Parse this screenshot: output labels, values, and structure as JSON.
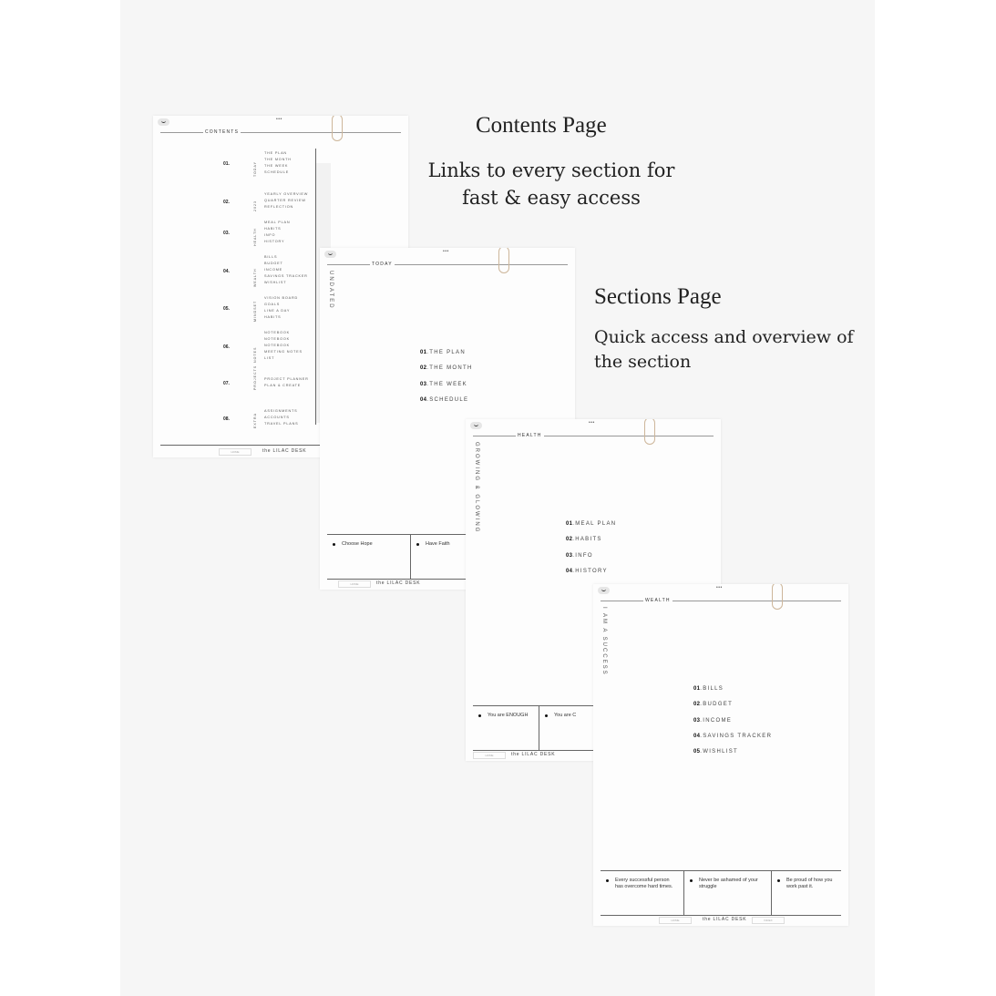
{
  "captions": {
    "contents_title": "Contents Page",
    "contents_sub_1": "Links to every section for",
    "contents_sub_2": "fast & easy access",
    "sections_title": "Sections Page",
    "sections_sub_1": "Quick access and overview of",
    "sections_sub_2": "the section"
  },
  "common": {
    "dots": "•••",
    "home": "HOME",
    "index": "INDEX",
    "brand": "the LILAC DESK"
  },
  "contents_page": {
    "title": "CONTENTS",
    "sections": [
      {
        "num": "01.",
        "category": "TODAY",
        "items": [
          "THE PLAN",
          "THE MONTH",
          "THE WEEK",
          "SCHEDULE"
        ]
      },
      {
        "num": "02.",
        "category": "2023",
        "items": [
          "YEARLY OVERVIEW",
          "QUARTER REVIEW",
          "REFLECTION"
        ]
      },
      {
        "num": "03.",
        "category": "HEALTH",
        "items": [
          "MEAL PLAN",
          "HABITS",
          "INFO",
          "HISTORY"
        ]
      },
      {
        "num": "04.",
        "category": "WEALTH",
        "items": [
          "BILLS",
          "BUDGET",
          "INCOME",
          "SAVINGS TRACKER",
          "WISHLIST"
        ]
      },
      {
        "num": "05.",
        "category": "MINDSET",
        "items": [
          "VISION BOARD",
          "GOALS",
          "LINE A DAY",
          "HABITS"
        ]
      },
      {
        "num": "06.",
        "category": "NOTES",
        "items": [
          "NOTEBOOK",
          "NOTEBOOK",
          "NOTEBOOK",
          "MEETING NOTES",
          "LIST"
        ]
      },
      {
        "num": "07.",
        "category": "PROJECTS",
        "items": [
          "PROJECT PLANNER",
          "PLAN & CREATE"
        ]
      },
      {
        "num": "08.",
        "category": "EXTRA",
        "items": [
          "ASSIGNMENTS",
          "ACCOUNTS",
          "TRAVEL PLANS"
        ]
      }
    ]
  },
  "section_pages": [
    {
      "id": "today",
      "title": "TODAY",
      "side": "UNDATED",
      "items": [
        {
          "num": "01",
          "label": "THE PLAN"
        },
        {
          "num": "02",
          "label": "THE MONTH"
        },
        {
          "num": "03",
          "label": "THE WEEK"
        },
        {
          "num": "04",
          "label": "SCHEDULE"
        }
      ],
      "quotes": [
        "Choose Hope",
        "Have Faith",
        ""
      ]
    },
    {
      "id": "health",
      "title": "HEALTH",
      "side": "GROWING & GLOWING",
      "items": [
        {
          "num": "01",
          "label": "MEAL PLAN"
        },
        {
          "num": "02",
          "label": "HABITS"
        },
        {
          "num": "03",
          "label": "INFO"
        },
        {
          "num": "04",
          "label": "HISTORY"
        }
      ],
      "quotes": [
        "You are ENOUGH",
        "You are C",
        ""
      ]
    },
    {
      "id": "wealth",
      "title": "WEALTH",
      "side": "I AM A SUCCESS",
      "items": [
        {
          "num": "01",
          "label": "BILLS"
        },
        {
          "num": "02",
          "label": "BUDGET"
        },
        {
          "num": "03",
          "label": "INCOME"
        },
        {
          "num": "04",
          "label": "SAVINGS TRACKER"
        },
        {
          "num": "05",
          "label": "WISHLIST"
        }
      ],
      "quotes": [
        "Every successful person has overcome hard times.",
        "Never be ashamed of your struggle",
        "Be proud of how you work past it."
      ]
    }
  ]
}
